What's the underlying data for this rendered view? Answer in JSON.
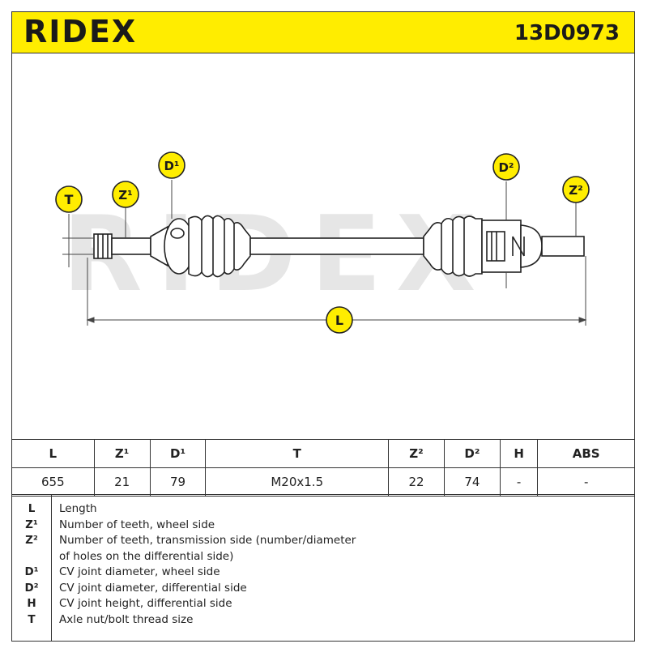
{
  "header": {
    "brand": "RIDEX",
    "part_number": "13D0973"
  },
  "drawing": {
    "watermark": "RIDEX",
    "callouts": {
      "T": "T",
      "Z1": "Z¹",
      "D1": "D¹",
      "D2": "D²",
      "Z2": "Z²",
      "L": "L"
    }
  },
  "specs": {
    "headers": [
      "L",
      "Z¹",
      "D¹",
      "T",
      "Z²",
      "D²",
      "H",
      "ABS"
    ],
    "values": [
      "655",
      "21",
      "79",
      "M20x1.5",
      "22",
      "74",
      "-",
      "-"
    ]
  },
  "legend": [
    {
      "key": "L",
      "desc": "Length"
    },
    {
      "key": "Z¹",
      "desc": "Number of teeth, wheel side"
    },
    {
      "key": "Z²",
      "desc": "Number of teeth, transmission side (number/diameter"
    },
    {
      "key": "",
      "desc": "of holes on the differential side)"
    },
    {
      "key": "D¹",
      "desc": "CV joint diameter, wheel side"
    },
    {
      "key": "D²",
      "desc": "CV joint diameter, differential side"
    },
    {
      "key": "H",
      "desc": "CV joint height, differential side"
    },
    {
      "key": "T",
      "desc": "Axle nut/bolt thread size"
    }
  ],
  "colors": {
    "brand_yellow": "#ffed00",
    "text": "#1a1a1a",
    "line": "#333333",
    "watermark": "#e6e6e6"
  }
}
